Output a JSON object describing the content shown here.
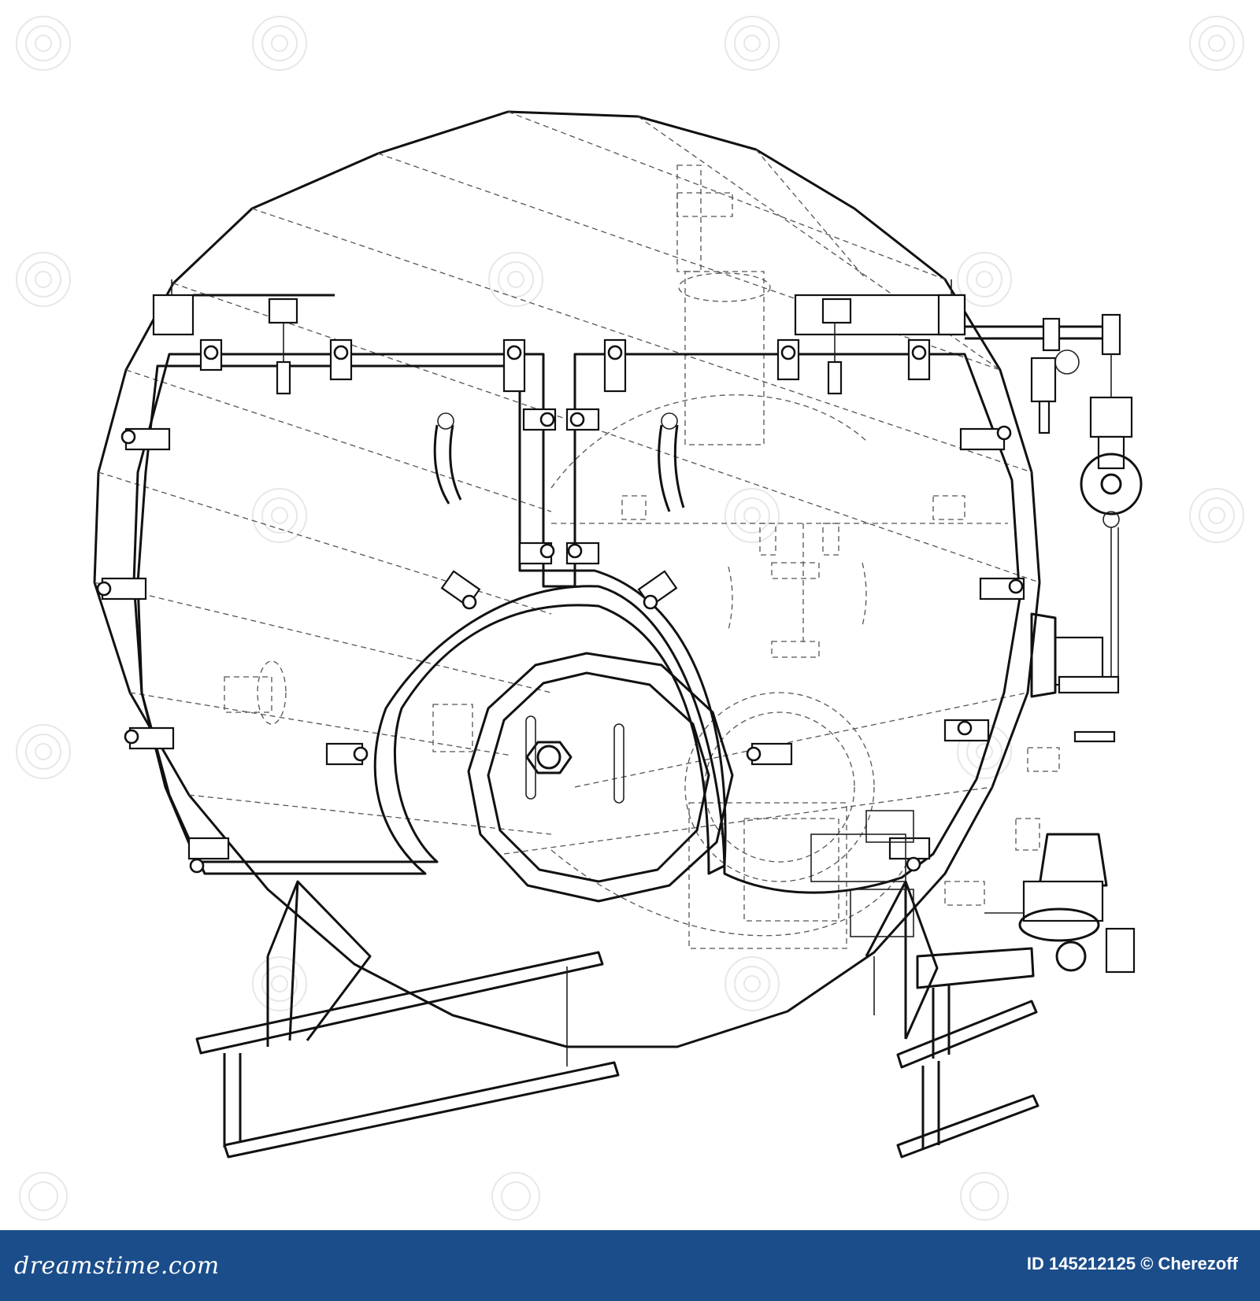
{
  "footer": {
    "brand": "dreamstime.com",
    "credit": "ID 145212125 © Cherezoff",
    "background": "#1a4d8a",
    "text_color": "#ffffff"
  },
  "drawing": {
    "subject": "boiler-wireframe",
    "line_color": "#111111",
    "background": "#ffffff"
  }
}
